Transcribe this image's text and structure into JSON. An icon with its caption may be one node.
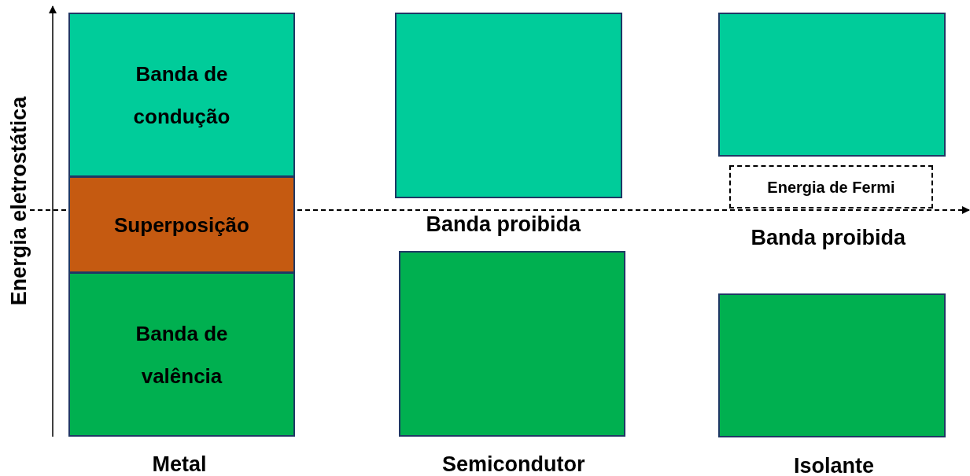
{
  "diagram": {
    "nodes": [
      {
        "text": [
          "Banda de condução"
        ]
      },
      {
        "text": [
          "Superposição"
        ]
      },
      {
        "text": [
          "Banda de valência"
        ]
      },
      {
        "text": [],
        "shape": "box"
      },
      {
        "text": [],
        "shape": "box"
      },
      {
        "text": [],
        "shape": "box"
      },
      {
        "text": [],
        "shape": "box"
      },
      {
        "text": [
          "Energia de Fermi"
        ]
      }
    ],
    "edges": [],
    "labels": [
      "Energia eletrostática",
      "Banda proibida",
      "Banda proibida",
      "Metal",
      "Semicondutor",
      "Isolante"
    ]
  }
}
